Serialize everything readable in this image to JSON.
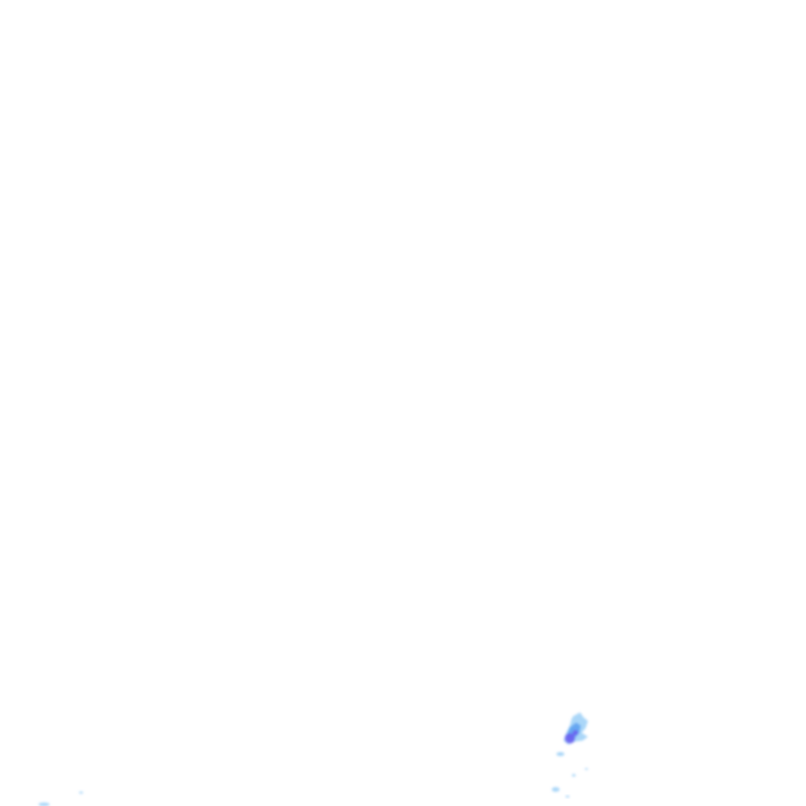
{
  "map": {
    "layer": "precipitation-radar",
    "background_color": "#ffffff",
    "intensity_colors": {
      "light": "#8ec8f5",
      "moderate": "#5aa0f0",
      "heavy": "#6a5ef0"
    },
    "echoes": [
      {
        "id": "main-cell",
        "intensity": "heavy"
      },
      {
        "id": "trail-echo-1",
        "intensity": "light"
      },
      {
        "id": "trail-echo-2",
        "intensity": "light"
      },
      {
        "id": "trail-echo-3",
        "intensity": "light"
      },
      {
        "id": "trail-echo-4",
        "intensity": "light"
      },
      {
        "id": "southwest-echo",
        "intensity": "light"
      }
    ]
  }
}
